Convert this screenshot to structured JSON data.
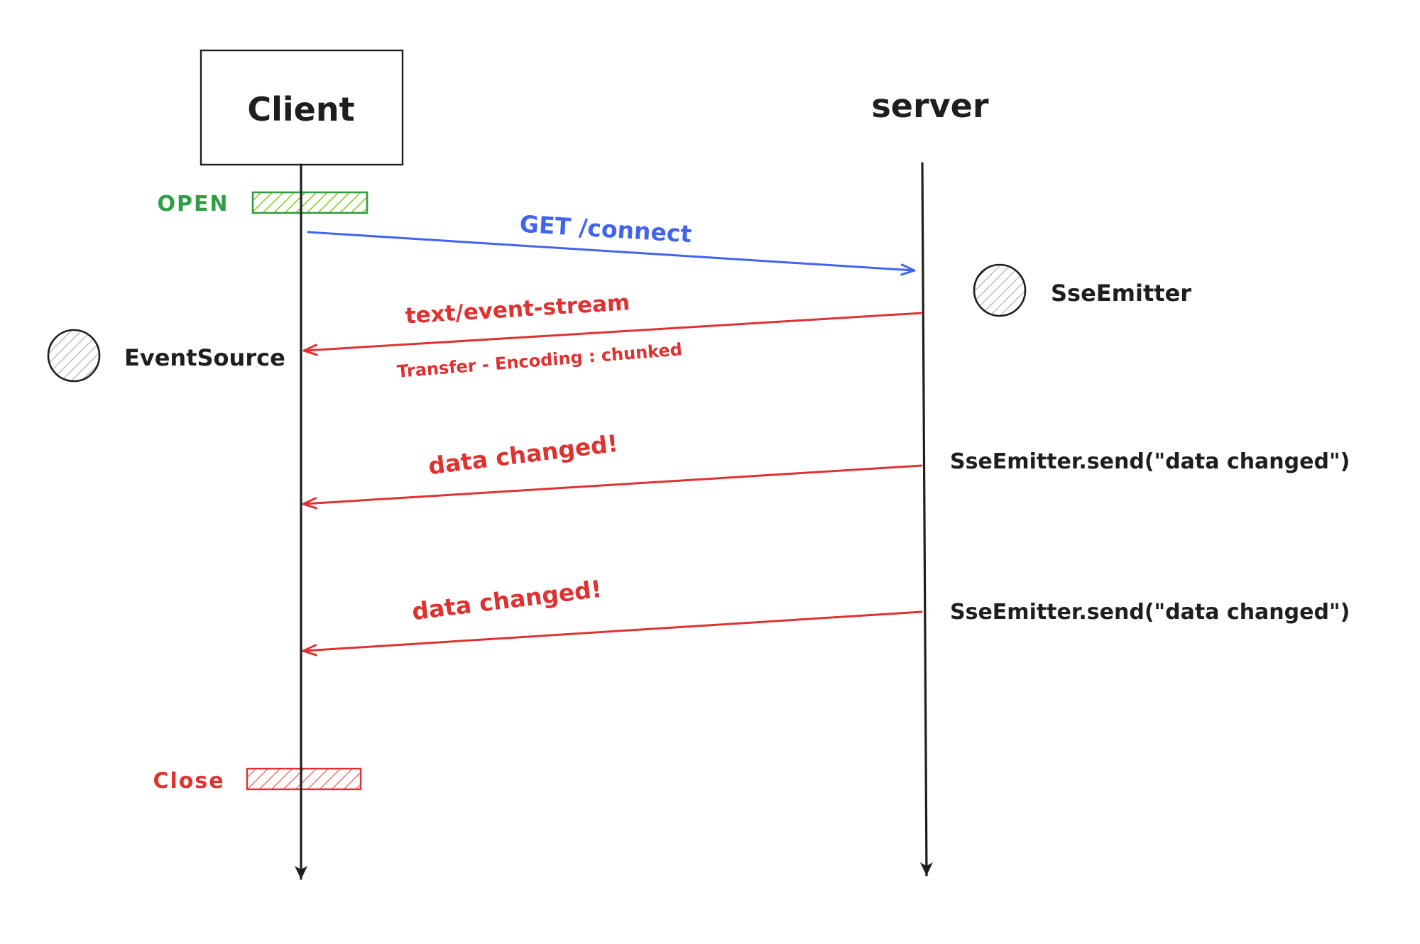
{
  "colors": {
    "ink": "#1e1e1e",
    "blue": "#4263eb",
    "red": "#e03131",
    "green": "#2f9e44",
    "green-hatch": "#82c91e",
    "red-hatch": "#e86161",
    "circle-hatch": "#9aa4b0"
  },
  "actors": {
    "client": "Client",
    "server": "server"
  },
  "lifecycle": {
    "open": "OPEN",
    "close": "Close"
  },
  "objects": {
    "event_source": "EventSource",
    "sse_emitter": "SseEmitter"
  },
  "messages": {
    "get_connect": "GET /connect",
    "content_type": "text/event-stream",
    "transfer_encoding": "Transfer - Encoding : chunked",
    "data_changed_1": "data changed!",
    "data_changed_2": "data changed!"
  },
  "server_calls": {
    "send_1": "SseEmitter.send(\"data changed\")",
    "send_2": "SseEmitter.send(\"data changed\")"
  }
}
